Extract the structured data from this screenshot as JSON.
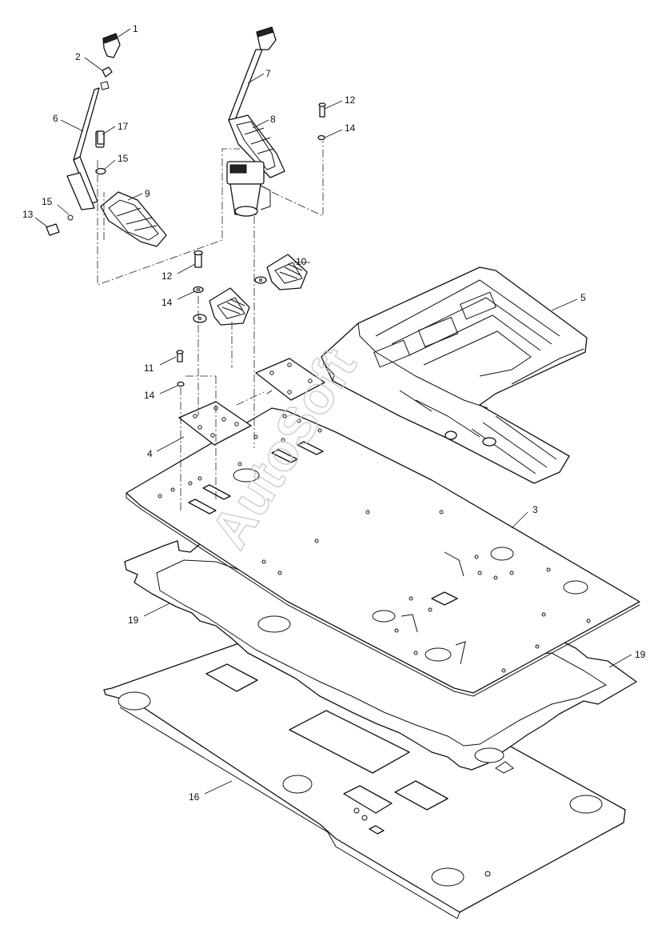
{
  "watermark": "AutoSoft",
  "callouts": {
    "c1": "1",
    "c2": "2",
    "c3": "3",
    "c4": "4",
    "c5": "5",
    "c6": "6",
    "c7": "7",
    "c8": "8",
    "c9": "9",
    "c10": "10",
    "c11": "11",
    "c12a": "12",
    "c12b": "12",
    "c13": "13",
    "c14a": "14",
    "c14b": "14",
    "c14c": "14",
    "c15a": "15",
    "c15b": "15",
    "c16": "16",
    "c17": "17",
    "c19a": "19",
    "c19b": "19"
  }
}
